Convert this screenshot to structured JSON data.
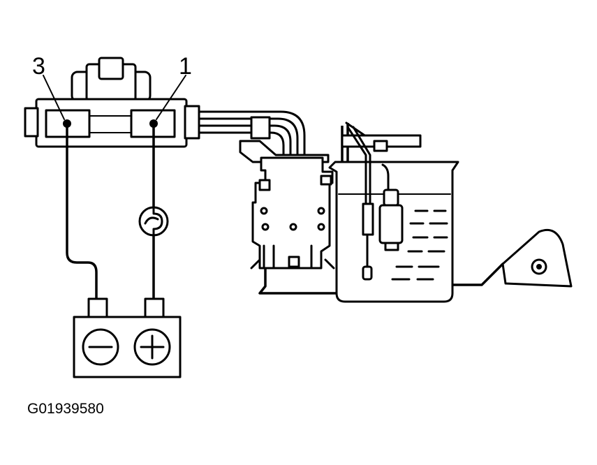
{
  "labels": {
    "terminal_3": "3",
    "terminal_1": "1",
    "figure_code": "G01939580"
  },
  "icons": {
    "battery_negative": "minus-icon",
    "battery_positive": "plus-icon",
    "test_lamp": "lamp-icon"
  },
  "colors": {
    "line": "#000000",
    "background": "#ffffff"
  }
}
